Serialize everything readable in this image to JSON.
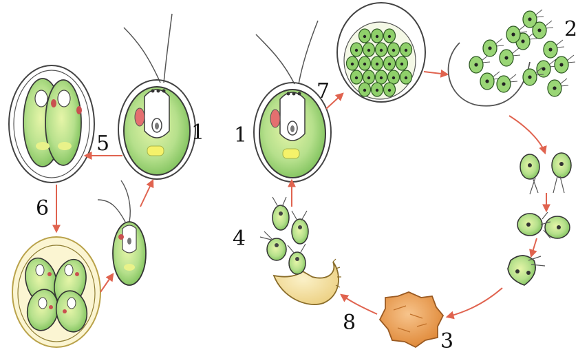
{
  "labels": {
    "stage_1_left": "1",
    "stage_1_right": "1",
    "stage_2": "2",
    "stage_3": "3",
    "stage_4": "4",
    "stage_5": "5",
    "stage_6": "6",
    "stage_7": "7",
    "stage_8": "8"
  },
  "colors": {
    "arrow": "#e0634f",
    "cell_fill": "#b6e08c",
    "cell_dark": "#62b24c",
    "outline": "#3a3a3a",
    "zygote": "#e89a50",
    "cyst": "#f2dd8e"
  }
}
